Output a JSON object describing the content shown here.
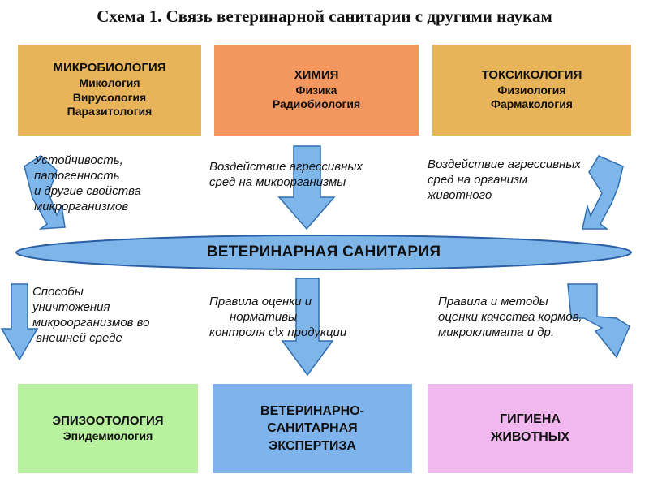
{
  "title": "Схема 1. Связь ветеринарной санитарии с другими наукам",
  "top_boxes": {
    "microbiology": {
      "main": "МИКРОБИОЛОГИЯ",
      "lines": [
        "Микология",
        "Вирусология",
        "Паразитология"
      ]
    },
    "chemistry": {
      "main": "ХИМИЯ",
      "lines": [
        "Физика",
        "Радиобиология"
      ]
    },
    "toxicology": {
      "main": "ТОКСИКОЛОГИЯ",
      "lines": [
        "Физиология",
        "Фармакология"
      ]
    }
  },
  "center": {
    "label": "ВЕТЕРИНАРНАЯ САНИТАРИЯ"
  },
  "upper_notes": {
    "left": "Устойчивость,\nпатогенность\nи другие свойства\nмикрорганизмов",
    "middle": "Воздействие агрессивных\nсред на микрорганизмы",
    "right": "Воздействие агрессивных\nсред на организм\nживотного"
  },
  "lower_notes": {
    "left": "Способы\nуничтожения\nмикроорганизмов во\n внешней среде",
    "middle": "Правила оценки и\n      нормативы\nконтроля с\\х продукции",
    "right": "Правила и методы\nоценки качества кормов,\nмикроклимата и др."
  },
  "bottom_boxes": {
    "epizootology": {
      "main": "ЭПИЗООТОЛОГИЯ",
      "sub": "Эпидемиология"
    },
    "vet_expertise": {
      "main": "ВЕТЕРИНАРНО-\nСАНИТАРНАЯ\nЭКСПЕРТИЗА"
    },
    "hygiene": {
      "main": "ГИГИЕНА\nЖИВОТНЫХ"
    }
  },
  "colors": {
    "arrow_fill": "#7fb6ea",
    "arrow_stroke": "#2f6fb0",
    "ellipse_fill": "#7fb6ea",
    "ellipse_stroke": "#2a5fa5",
    "box_orange": "#e8b45a",
    "box_salmon": "#f4975f",
    "box_green": "#b9f29e",
    "box_blue": "#7fb3ec",
    "box_pink": "#f2b7ef"
  }
}
